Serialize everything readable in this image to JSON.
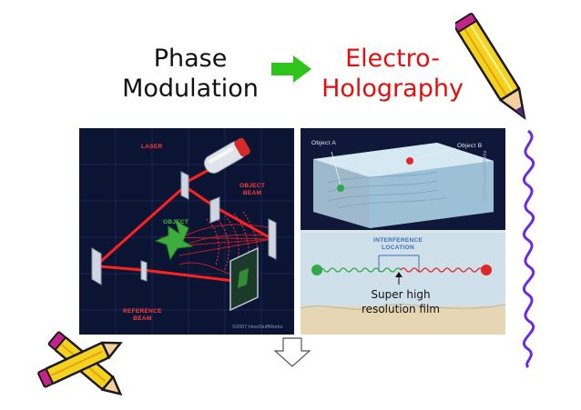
{
  "title_left": [
    "Phase",
    "Modulation"
  ],
  "title_right": [
    "Electro-",
    "Holography"
  ],
  "laser_panel": {
    "laser_label": "LASER",
    "object_beam_label": [
      "OBJECT",
      "BEAM"
    ],
    "object_label": "OBJECT",
    "reference_beam_label": [
      "REFERENCE",
      "BEAM"
    ],
    "credit": "©2007 HowStuffWorks"
  },
  "holo_panel": {
    "object_a_label": "Object A",
    "object_b_label": "Object B",
    "interference_label": [
      "INTERFERENCE",
      "LOCATION"
    ],
    "credit": "©2007 HowStuffWorks",
    "film_caption": [
      "Super high",
      "resolution film"
    ]
  },
  "colors": {
    "title_right": "#e10f0f",
    "arrow": "#2fc41b",
    "laser_bg": "#0b1432",
    "beam": "#ff2020",
    "pencil_yellow": "#f4d21f",
    "squiggle": "#6a2ce0"
  }
}
